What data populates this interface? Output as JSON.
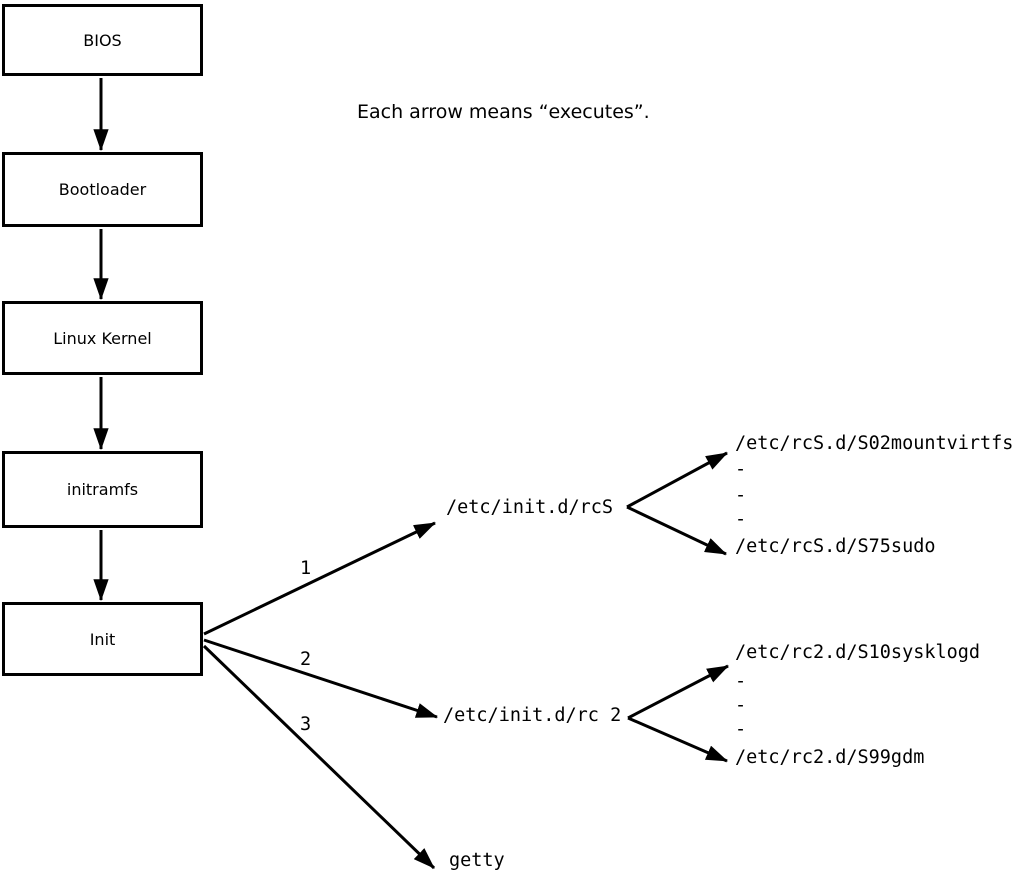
{
  "caption": "Each arrow means “executes”.",
  "boxes": [
    {
      "label": "BIOS"
    },
    {
      "label": "Bootloader"
    },
    {
      "label": "Linux Kernel"
    },
    {
      "label": "initramfs"
    },
    {
      "label": "Init"
    }
  ],
  "branches": [
    {
      "number": "1",
      "target": "/etc/init.d/rcS",
      "children": [
        "/etc/rcS.d/S02mountvirtfs",
        "-",
        "-",
        "-",
        "/etc/rcS.d/S75sudo"
      ]
    },
    {
      "number": "2",
      "target": "/etc/init.d/rc 2",
      "children": [
        "/etc/rc2.d/S10sysklogd",
        "-",
        "-",
        "-",
        "/etc/rc2.d/S99gdm"
      ]
    },
    {
      "number": "3",
      "target": "getty",
      "children": []
    }
  ]
}
